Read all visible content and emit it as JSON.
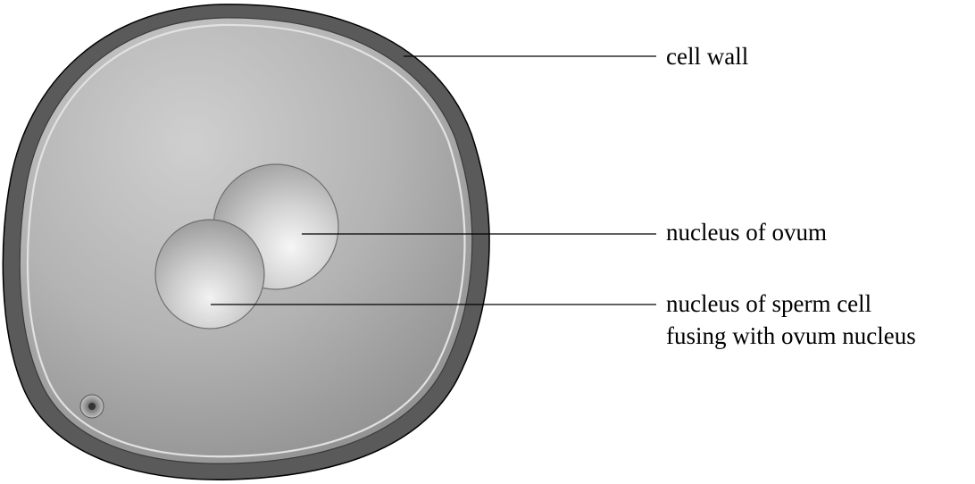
{
  "labels": {
    "cell_wall": "cell wall",
    "nucleus_ovum": "nucleus of ovum",
    "nucleus_sperm_line1": "nucleus of sperm cell",
    "nucleus_sperm_line2": "fusing with ovum nucleus"
  },
  "colors": {
    "cell_wall": "#5a5a5a",
    "cytoplasm": "#b4b4b4",
    "membrane": "#e2e2e2",
    "nucleus": "#c8c8c8",
    "outline": "#000000"
  }
}
